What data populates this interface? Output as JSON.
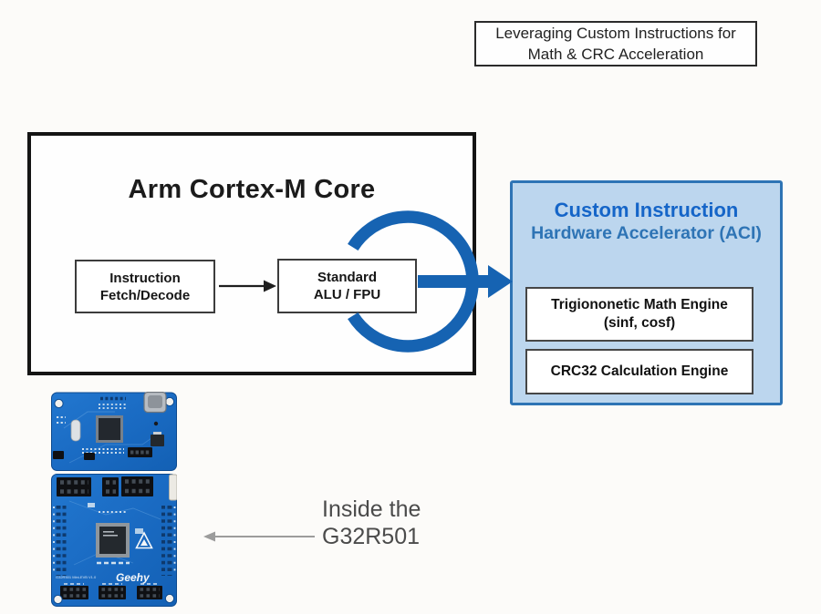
{
  "banner": {
    "line1": "Leveraging Custom Instructions for",
    "line2": "Math & CRC Acceleration"
  },
  "core": {
    "title": "Arm Cortex-M Core",
    "fetch": {
      "line1": "Instruction",
      "line2": "Fetch/Decode"
    },
    "alu": {
      "line1": "Standard",
      "line2": "ALU / FPU"
    }
  },
  "aci": {
    "title1": "Custom Instruction",
    "title2": "Hardware Accelerator (ACI)",
    "engine1": {
      "line1": "Trigiononetic Math Engine",
      "line2": "(sinf, cosf)"
    },
    "engine2": {
      "line1": "CRC32 Calculation Engine"
    }
  },
  "board": {
    "logo": "Geehy",
    "silkscreen": "G32R501 Mini-EVB V1.0"
  },
  "callout": {
    "line1": "Inside the",
    "line2": "G32R501"
  },
  "colors": {
    "accent_blue": "#1663b2",
    "aci_bg": "#bcd6ee",
    "aci_border": "#2e74b5",
    "aci_title1": "#1565c8",
    "aci_title2": "#2e74b5",
    "pcb_blue": "#1a6bc3"
  }
}
